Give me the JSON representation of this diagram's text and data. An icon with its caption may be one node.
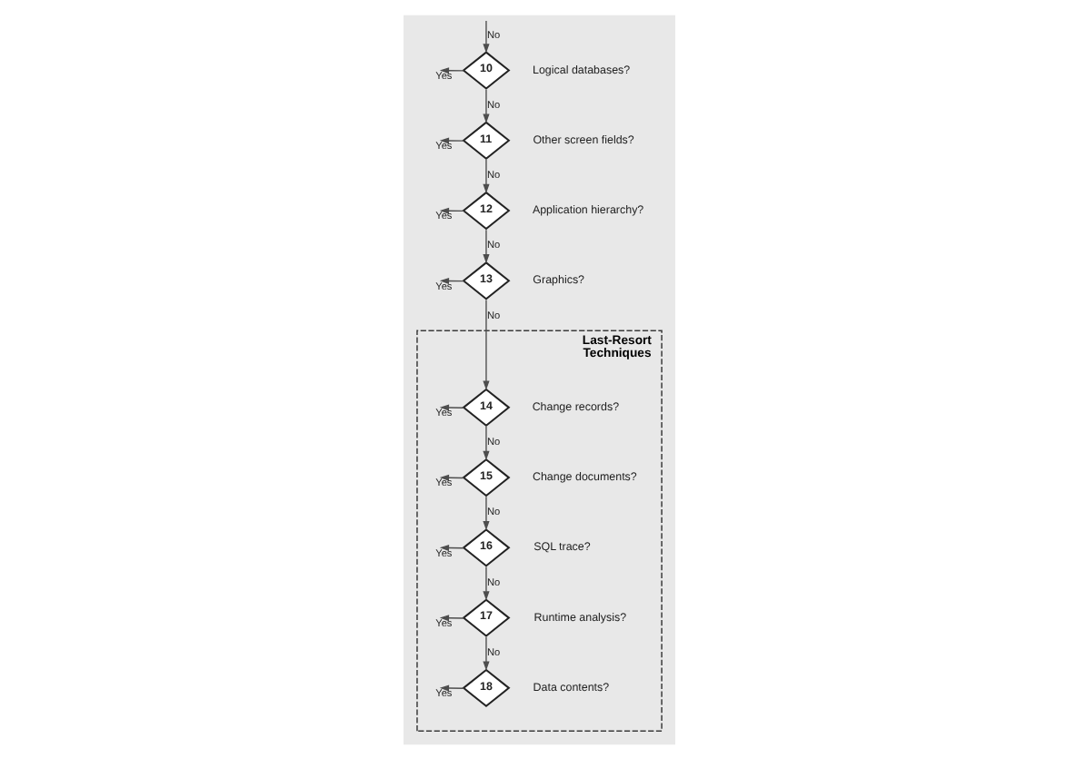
{
  "diagram": {
    "nodes": [
      {
        "text": [
          "10"
        ],
        "beside": [
          "Logical databases?"
        ]
      },
      {
        "text": [
          "11"
        ],
        "beside": [
          "Other screen fields?"
        ]
      },
      {
        "text": [
          "12"
        ],
        "beside": [
          "Application hierarchy?"
        ]
      },
      {
        "text": [
          "13"
        ],
        "beside": [
          "Graphics?"
        ]
      },
      {
        "text": [
          "Last-Resort Techniques"
        ]
      },
      {
        "text": [
          "14"
        ],
        "beside": [
          "Change records?"
        ],
        "in": 4
      },
      {
        "text": [
          "15"
        ],
        "beside": [
          "Change documents?"
        ],
        "in": 4
      },
      {
        "text": [
          "16"
        ],
        "beside": [
          "SQL trace?"
        ],
        "in": 4
      },
      {
        "text": [
          "17"
        ],
        "beside": [
          "Runtime analysis?"
        ],
        "in": 4
      },
      {
        "text": [
          "18"
        ],
        "beside": [
          "Data contents?"
        ],
        "in": 4
      }
    ],
    "edges": [
      {
        "from": null,
        "to": 0,
        "arrow": "to",
        "label": "No"
      },
      {
        "from": 0,
        "to": null,
        "arrow": "to",
        "label": "Yes"
      },
      {
        "from": 0,
        "to": 1,
        "arrow": "to",
        "label": "No"
      },
      {
        "from": 1,
        "to": null,
        "arrow": "to",
        "label": "Yes"
      },
      {
        "from": 1,
        "to": 2,
        "arrow": "to",
        "label": "No"
      },
      {
        "from": 2,
        "to": null,
        "arrow": "to",
        "label": "Yes"
      },
      {
        "from": 2,
        "to": 3,
        "arrow": "to",
        "label": "No"
      },
      {
        "from": 3,
        "to": null,
        "arrow": "to",
        "label": "Yes"
      },
      {
        "from": 3,
        "to": 5,
        "arrow": "to",
        "label": "No"
      },
      {
        "from": 5,
        "to": null,
        "arrow": "to",
        "label": "Yes"
      },
      {
        "from": 5,
        "to": 6,
        "arrow": "to",
        "label": "No"
      },
      {
        "from": 6,
        "to": null,
        "arrow": "to",
        "label": "Yes"
      },
      {
        "from": 6,
        "to": 7,
        "arrow": "to",
        "label": "No"
      },
      {
        "from": 7,
        "to": null,
        "arrow": "to",
        "label": "Yes"
      },
      {
        "from": 7,
        "to": 8,
        "arrow": "to",
        "label": "No"
      },
      {
        "from": 8,
        "to": null,
        "arrow": "to",
        "label": "Yes"
      },
      {
        "from": 8,
        "to": 9,
        "arrow": "to",
        "label": "No"
      },
      {
        "from": 9,
        "to": null,
        "arrow": "to",
        "label": "Yes"
      }
    ]
  }
}
